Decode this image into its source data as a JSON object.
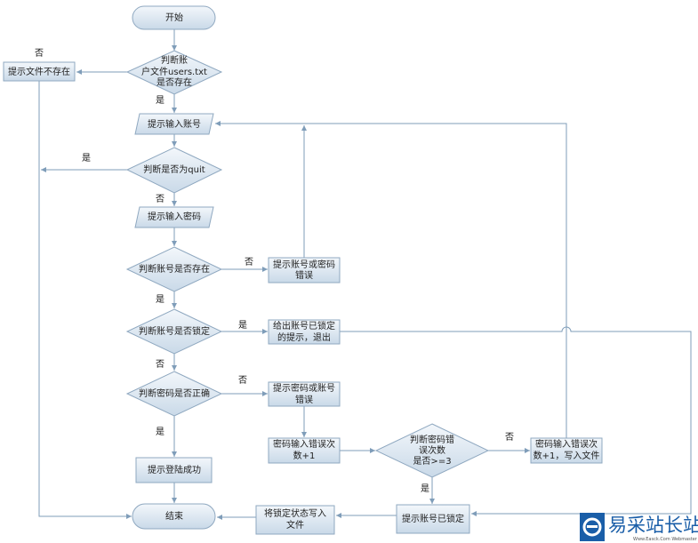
{
  "nodes": {
    "start": "开始",
    "check_file": [
      "判断账",
      "户文件users.txt",
      "是否存在"
    ],
    "file_missing": "提示文件不存在",
    "input_account": "提示输入账号",
    "check_quit": "判断是否为quit",
    "input_password": "提示输入密码",
    "check_account_exists": "判断账号是否存在",
    "account_or_pwd_error_1": [
      "提示账号或密码",
      "错误"
    ],
    "check_locked": "判断账号是否锁定",
    "locked_exit": [
      "给出账号已锁定",
      "的提示，退出"
    ],
    "check_password": "判断密码是否正确",
    "account_or_pwd_error_2": [
      "提示密码或账号",
      "错误"
    ],
    "error_count_inc": [
      "密码输入错误次",
      "数+1"
    ],
    "check_error_count": [
      "判断密码错",
      "误次数",
      "是否>=3"
    ],
    "error_count_write": [
      "密码输入错误次",
      "数+1，写入文件"
    ],
    "login_success": "提示登陆成功",
    "notify_locked": "提示账号已锁定",
    "write_lock": [
      "将锁定状态写入",
      "文件"
    ],
    "end": "结束"
  },
  "edge_labels": {
    "yes": "是",
    "no": "否"
  },
  "watermark": {
    "name": "易采站长站",
    "sub": "Www.Easck.Com Webmaster"
  },
  "colors": {
    "shape_top": "#f3f7fb",
    "shape_bottom": "#c9d9e8",
    "stroke": "#8fa8c0",
    "line": "#7f9db9",
    "watermark_blue": "#1a5ea8"
  }
}
